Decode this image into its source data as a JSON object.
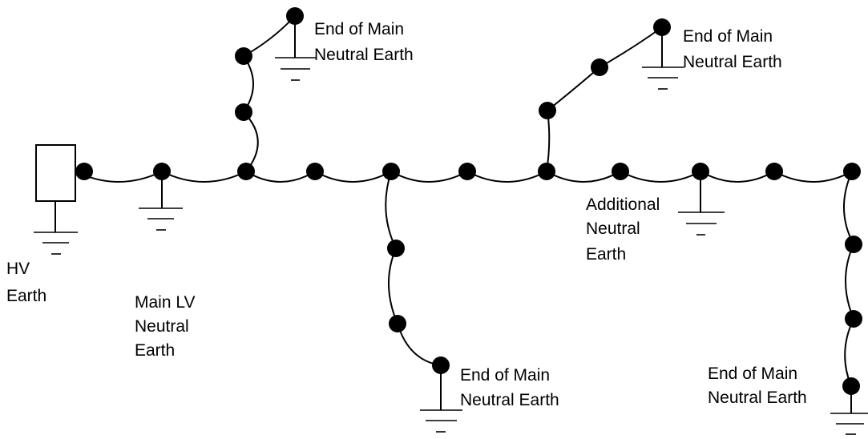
{
  "labels": {
    "hv_earth": [
      "HV",
      "Earth"
    ],
    "main_lv_neutral_earth": [
      "Main LV",
      "Neutral",
      "Earth"
    ],
    "additional_neutral_earth": [
      "Additional",
      "Neutral",
      "Earth"
    ],
    "end_top_left": [
      "End of Main",
      "Neutral Earth"
    ],
    "end_top_right": [
      "End of Main",
      "Neutral Earth"
    ],
    "end_bottom_mid": [
      "End of Main",
      "Neutral Earth"
    ],
    "end_bottom_right": [
      "End of Main",
      "Neutral Earth"
    ]
  }
}
